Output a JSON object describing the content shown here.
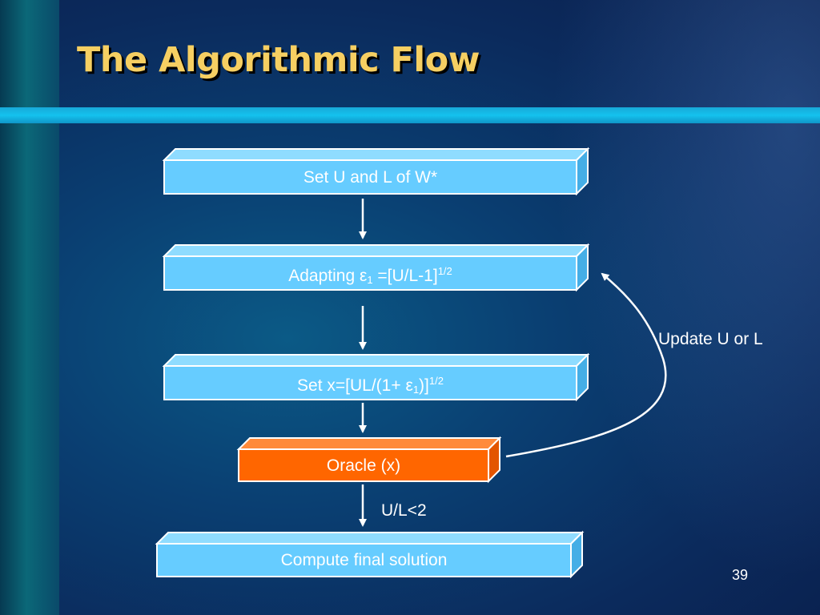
{
  "slide": {
    "title": "The Algorithmic Flow",
    "page_number": "39"
  },
  "nodes": [
    {
      "id": "set-bounds",
      "text": "Set U and L of W*",
      "fill": "#66ccff"
    },
    {
      "id": "adapting",
      "prefix": "Adapting ε",
      "sub": "1",
      "mid": " =[U/L-1]",
      "sup": "1/2",
      "fill": "#66ccff"
    },
    {
      "id": "set-x",
      "prefix": "Set  x=[UL/(1+ ε",
      "sub": "1",
      "mid": ")]",
      "sup": "1/2",
      "fill": "#66ccff"
    },
    {
      "id": "oracle",
      "text": "Oracle (x)",
      "fill": "#ff6600"
    },
    {
      "id": "compute",
      "text": "Compute final solution",
      "fill": "#66ccff"
    }
  ],
  "edges": [
    {
      "from": "set-bounds",
      "to": "adapting",
      "label": ""
    },
    {
      "from": "adapting",
      "to": "set-x",
      "label": ""
    },
    {
      "from": "set-x",
      "to": "oracle",
      "label": ""
    },
    {
      "from": "oracle",
      "to": "compute",
      "label": "U/L<2"
    },
    {
      "from": "oracle",
      "to": "adapting",
      "label": "Update U or L"
    }
  ],
  "colors": {
    "title": "#f6cf62",
    "box": "#66ccff",
    "box_top": "#8fdcff",
    "box_side": "#45aee6",
    "oracle": "#ff6600",
    "oracle_top": "#ff8a3a",
    "oracle_side": "#e35500",
    "arrow": "#ffffff"
  }
}
